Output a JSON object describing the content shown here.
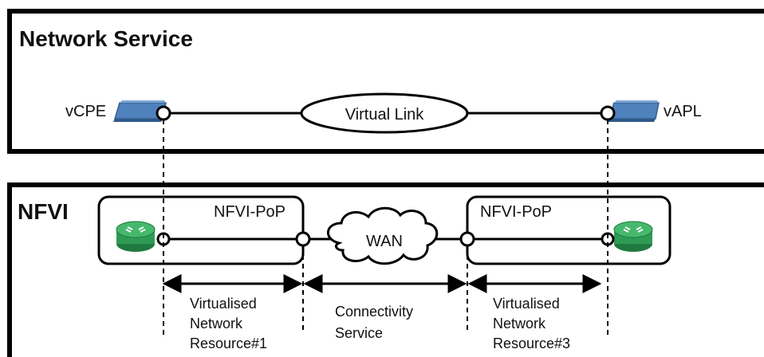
{
  "network_service": {
    "title": "Network Service",
    "left_node": "vCPE",
    "right_node": "vAPL",
    "virtual_link": "Virtual Link"
  },
  "nfvi": {
    "title": "NFVI",
    "pop_left": "NFVI-PoP",
    "pop_right": "NFVI-PoP",
    "wan": "WAN",
    "resource_left": [
      "Virtualised",
      "Network",
      "Resource#1"
    ],
    "connectivity": [
      "Connectivity",
      "Service"
    ],
    "resource_right": [
      "Virtualised",
      "Network",
      "Resource#3"
    ]
  },
  "colors": {
    "line": "#000000",
    "vnf_fill": "#4f81bd",
    "router_fill": "#2e9b55"
  },
  "icons": {
    "vnf": "vnf-box-icon",
    "router": "router-icon",
    "cloud": "cloud-icon"
  }
}
